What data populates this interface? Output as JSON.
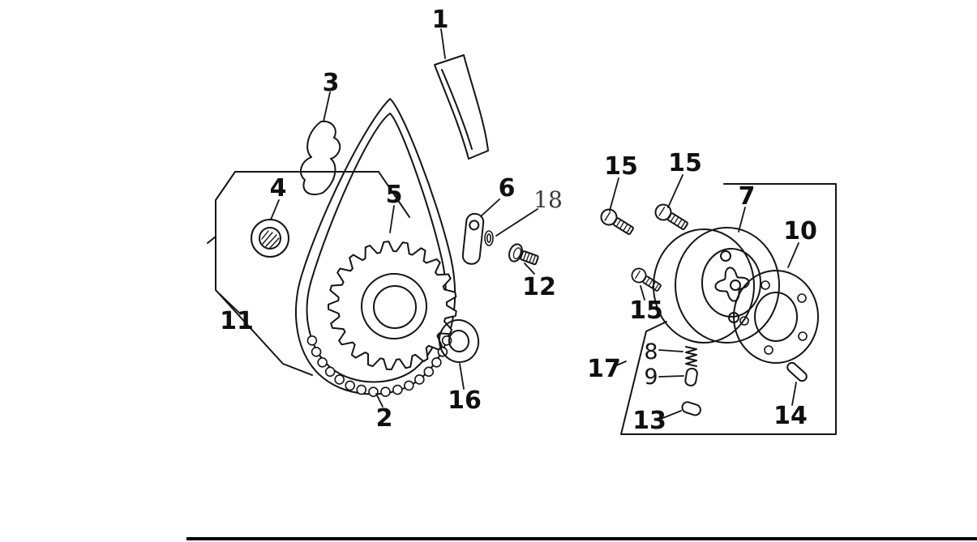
{
  "colors": {
    "line": "#141414",
    "background": "#ffffff",
    "label": "#101010",
    "label_light": "#3a3a3a"
  },
  "callouts": {
    "c1": "1",
    "c2": "2",
    "c3": "3",
    "c4": "4",
    "c5": "5",
    "c6": "6",
    "c7": "7",
    "c8": "8",
    "c9": "9",
    "c10": "10",
    "c11": "11",
    "c12": "12",
    "c13": "13",
    "c14": "14",
    "c15a": "15",
    "c15b": "15",
    "c15c": "15",
    "c16": "16",
    "c17": "17",
    "c18": "18"
  }
}
